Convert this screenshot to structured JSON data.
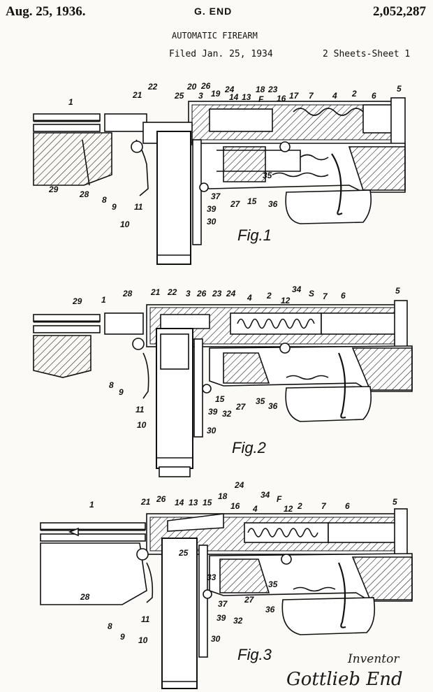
{
  "header": {
    "date": "Aug. 25, 1936.",
    "inventor": "G. END",
    "patent_number": "2,052,287",
    "title": "AUTOMATIC FIREARM",
    "filed": "Filed Jan. 25, 1934",
    "sheets": "2 Sheets-Sheet 1"
  },
  "figures": [
    {
      "caption": "Fig.1",
      "labels": [
        "1",
        "21",
        "22",
        "20",
        "26",
        "25",
        "3",
        "19",
        "24",
        "14",
        "13",
        "18",
        "F",
        "23",
        "16",
        "17",
        "7",
        "4",
        "2",
        "6",
        "5",
        "29",
        "28",
        "8",
        "9",
        "11",
        "10",
        "37",
        "39",
        "30",
        "27",
        "15",
        "35",
        "36"
      ]
    },
    {
      "caption": "Fig.2",
      "labels": [
        "29",
        "1",
        "28",
        "21",
        "22",
        "3",
        "26",
        "23",
        "24",
        "4",
        "2",
        "34",
        "S",
        "7",
        "6",
        "5",
        "12",
        "8",
        "9",
        "11",
        "10",
        "15",
        "27",
        "39",
        "32",
        "30",
        "35",
        "36"
      ]
    },
    {
      "caption": "Fig.3",
      "labels": [
        "24",
        "34",
        "F",
        "1",
        "21",
        "26",
        "14",
        "13",
        "15",
        "18",
        "16",
        "4",
        "12",
        "2",
        "7",
        "6",
        "5",
        "25",
        "33",
        "37",
        "39",
        "32",
        "27",
        "35",
        "36",
        "28",
        "8",
        "9",
        "11",
        "10",
        "30"
      ]
    }
  ],
  "signature": {
    "role": "Inventor",
    "name": "Gottlieb End"
  }
}
